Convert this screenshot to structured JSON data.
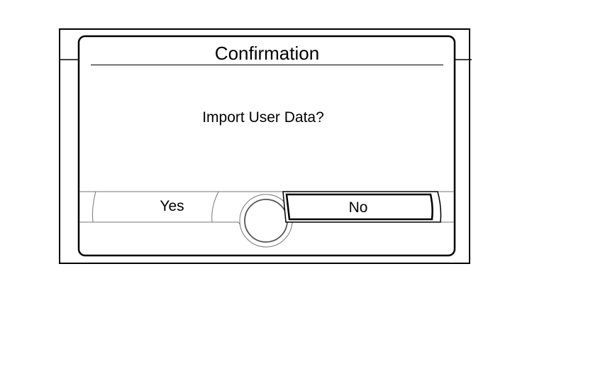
{
  "dialog": {
    "title": "Confirmation",
    "message": "Import User Data?"
  },
  "softkeys": {
    "yes_label": "Yes",
    "no_label": "No",
    "selected": "No"
  }
}
